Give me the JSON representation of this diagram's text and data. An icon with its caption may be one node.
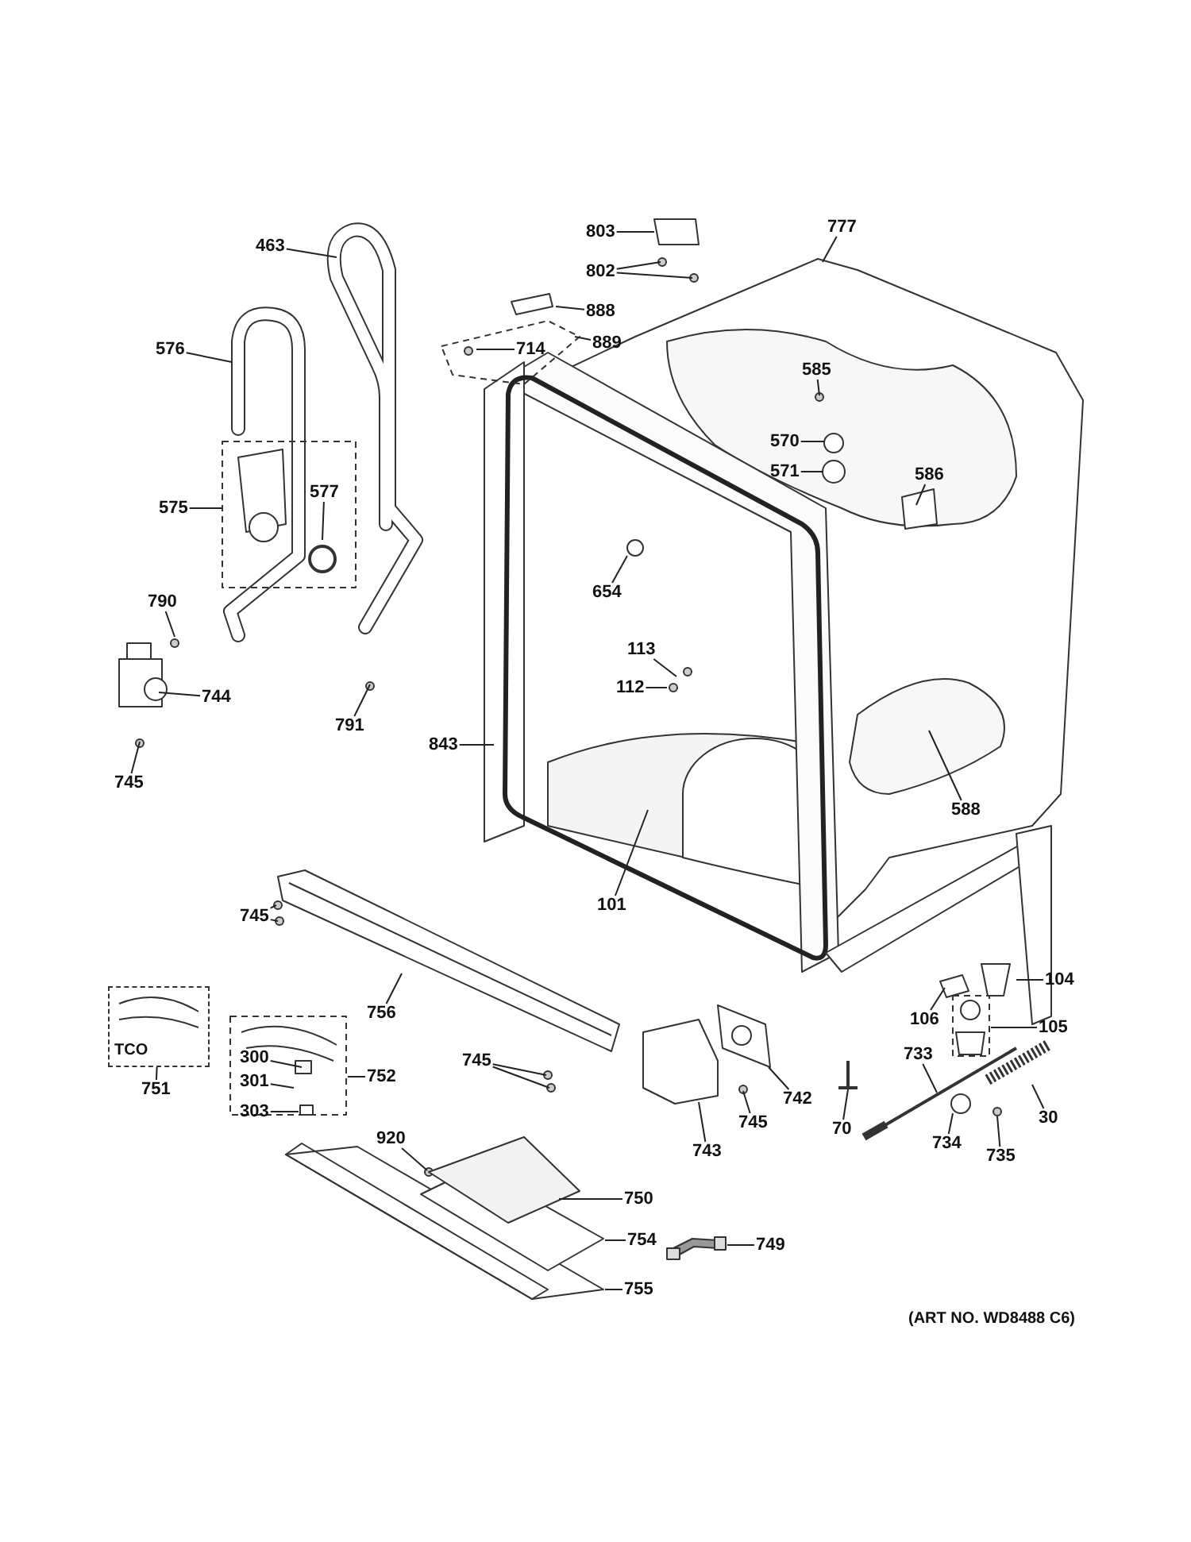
{
  "diagram": {
    "nodes": [
      {
        "text": [
          "463"
        ]
      },
      {
        "text": [
          "576"
        ]
      },
      {
        "text": [
          "575"
        ]
      },
      {
        "text": [
          "577"
        ]
      },
      {
        "text": [
          "790"
        ]
      },
      {
        "text": [
          "744"
        ]
      },
      {
        "text": [
          "745"
        ]
      },
      {
        "text": [
          "791"
        ]
      },
      {
        "text": [
          "803"
        ]
      },
      {
        "text": [
          "802"
        ]
      },
      {
        "text": [
          "888"
        ]
      },
      {
        "text": [
          "714"
        ]
      },
      {
        "text": [
          "889"
        ]
      },
      {
        "text": [
          "777"
        ]
      },
      {
        "text": [
          "585"
        ]
      },
      {
        "text": [
          "570"
        ]
      },
      {
        "text": [
          "571"
        ]
      },
      {
        "text": [
          "586"
        ]
      },
      {
        "text": [
          "654"
        ]
      },
      {
        "text": [
          "113"
        ]
      },
      {
        "text": [
          "112"
        ]
      },
      {
        "text": [
          "843"
        ]
      },
      {
        "text": [
          "588"
        ]
      },
      {
        "text": [
          "101"
        ]
      },
      {
        "text": [
          "745"
        ]
      },
      {
        "text": [
          "756"
        ]
      },
      {
        "text": [
          "104"
        ]
      },
      {
        "text": [
          "106"
        ]
      },
      {
        "text": [
          "105"
        ]
      },
      {
        "text": [
          "751"
        ]
      },
      {
        "text": [
          "300"
        ]
      },
      {
        "text": [
          "301"
        ]
      },
      {
        "text": [
          "303"
        ]
      },
      {
        "text": [
          "752"
        ]
      },
      {
        "text": [
          "745"
        ]
      },
      {
        "text": [
          "742"
        ]
      },
      {
        "text": [
          "733"
        ]
      },
      {
        "text": [
          "30"
        ]
      },
      {
        "text": [
          "745"
        ]
      },
      {
        "text": [
          "70"
        ]
      },
      {
        "text": [
          "743"
        ]
      },
      {
        "text": [
          "734"
        ]
      },
      {
        "text": [
          "735"
        ]
      },
      {
        "text": [
          "920"
        ]
      },
      {
        "text": [
          "750"
        ]
      },
      {
        "text": [
          "754"
        ]
      },
      {
        "text": [
          "749"
        ]
      },
      {
        "text": [
          "755"
        ]
      },
      {
        "text": [
          "TCO"
        ]
      }
    ],
    "edges": [
      {
        "from": 0,
        "to": null,
        "arrow": "none"
      },
      {
        "from": 1,
        "to": null,
        "arrow": "none"
      },
      {
        "from": 2,
        "to": null,
        "arrow": "none"
      },
      {
        "from": 3,
        "to": null,
        "arrow": "none"
      },
      {
        "from": 4,
        "to": null,
        "arrow": "none"
      },
      {
        "from": 5,
        "to": null,
        "arrow": "none"
      },
      {
        "from": 6,
        "to": null,
        "arrow": "none"
      },
      {
        "from": 7,
        "to": null,
        "arrow": "none"
      },
      {
        "from": 8,
        "to": null,
        "arrow": "none"
      },
      {
        "from": 9,
        "to": null,
        "arrow": "none"
      },
      {
        "from": 9,
        "to": null,
        "arrow": "none"
      },
      {
        "from": 10,
        "to": null,
        "arrow": "none"
      },
      {
        "from": 11,
        "to": null,
        "arrow": "none"
      },
      {
        "from": 12,
        "to": null,
        "arrow": "none"
      },
      {
        "from": 13,
        "to": null,
        "arrow": "none"
      },
      {
        "from": 14,
        "to": null,
        "arrow": "none"
      },
      {
        "from": 15,
        "to": null,
        "arrow": "none"
      },
      {
        "from": 16,
        "to": null,
        "arrow": "none"
      },
      {
        "from": 17,
        "to": null,
        "arrow": "none"
      },
      {
        "from": 18,
        "to": null,
        "arrow": "none"
      },
      {
        "from": 19,
        "to": null,
        "arrow": "none"
      },
      {
        "from": 20,
        "to": null,
        "arrow": "none"
      },
      {
        "from": 21,
        "to": null,
        "arrow": "none"
      },
      {
        "from": 22,
        "to": null,
        "arrow": "none"
      },
      {
        "from": 23,
        "to": null,
        "arrow": "none"
      },
      {
        "from": 24,
        "to": null,
        "arrow": "none"
      },
      {
        "from": 24,
        "to": null,
        "arrow": "none"
      },
      {
        "from": 25,
        "to": null,
        "arrow": "none"
      },
      {
        "from": 26,
        "to": null,
        "arrow": "none"
      },
      {
        "from": 27,
        "to": null,
        "arrow": "none"
      },
      {
        "from": 28,
        "to": null,
        "arrow": "none"
      },
      {
        "from": 29,
        "to": 48,
        "arrow": "none"
      },
      {
        "from": 30,
        "to": null,
        "arrow": "none"
      },
      {
        "from": 31,
        "to": null,
        "arrow": "none"
      },
      {
        "from": 32,
        "to": null,
        "arrow": "none"
      },
      {
        "from": 33,
        "to": null,
        "arrow": "none"
      },
      {
        "from": 34,
        "to": null,
        "arrow": "none"
      },
      {
        "from": 34,
        "to": null,
        "arrow": "none"
      },
      {
        "from": 35,
        "to": null,
        "arrow": "none"
      },
      {
        "from": 36,
        "to": null,
        "arrow": "none"
      },
      {
        "from": 37,
        "to": null,
        "arrow": "none"
      },
      {
        "from": 38,
        "to": null,
        "arrow": "none"
      },
      {
        "from": 39,
        "to": null,
        "arrow": "none"
      },
      {
        "from": 40,
        "to": null,
        "arrow": "none"
      },
      {
        "from": 41,
        "to": null,
        "arrow": "none"
      },
      {
        "from": 42,
        "to": null,
        "arrow": "none"
      },
      {
        "from": 43,
        "to": null,
        "arrow": "none"
      },
      {
        "from": 44,
        "to": null,
        "arrow": "none"
      },
      {
        "from": 45,
        "to": null,
        "arrow": "none"
      },
      {
        "from": 46,
        "to": null,
        "arrow": "none"
      },
      {
        "from": 47,
        "to": null,
        "arrow": "none"
      }
    ],
    "labels": [
      "(ART NO. WD8488 C6)"
    ]
  }
}
